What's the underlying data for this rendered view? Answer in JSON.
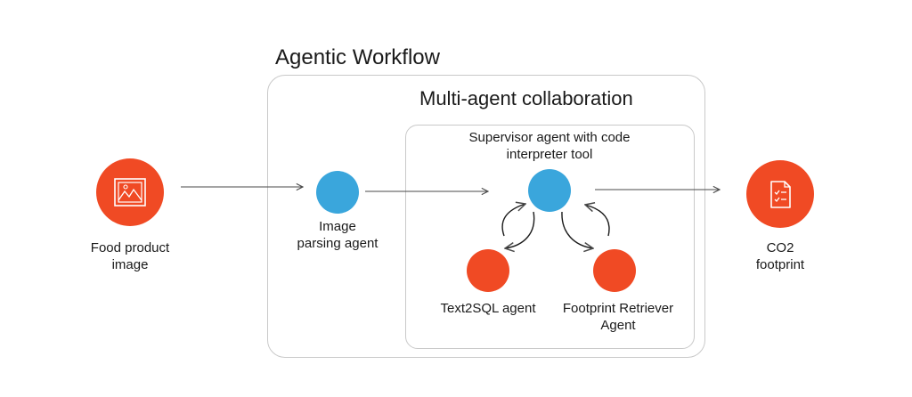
{
  "workflow": {
    "title": "Agentic Workflow",
    "collab_title": "Multi-agent collaboration"
  },
  "nodes": {
    "input": {
      "lines": [
        "Food product",
        "image"
      ],
      "icon": "image-icon",
      "color": "#f04a24"
    },
    "parser": {
      "lines": [
        "Image",
        "parsing agent"
      ],
      "color": "#3aa6dc"
    },
    "supervisor": {
      "lines": [
        "Supervisor agent with code",
        "interpreter tool"
      ],
      "color": "#3aa6dc"
    },
    "text2sql": {
      "lines": [
        "Text2SQL agent"
      ],
      "color": "#f04a24"
    },
    "retriever": {
      "lines": [
        "Footprint Retriever",
        "Agent"
      ],
      "color": "#f04a24"
    },
    "output": {
      "lines": [
        "CO2",
        "footprint"
      ],
      "icon": "checklist-document-icon",
      "color": "#f04a24"
    }
  }
}
